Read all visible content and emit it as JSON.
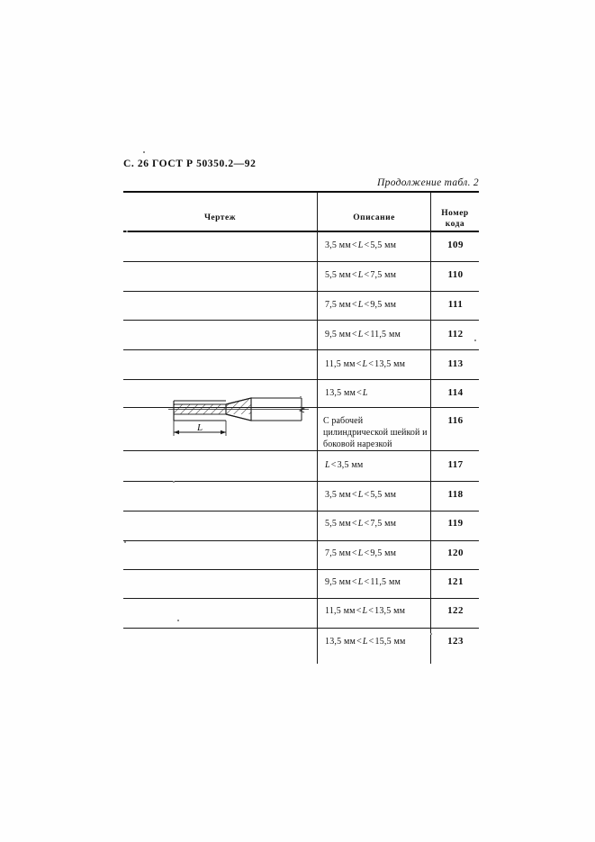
{
  "page": {
    "running_head": "С. 26  ГОСТ Р 50350.2—92",
    "continuation_caption": "Продолжение табл. 2"
  },
  "table": {
    "headers": {
      "drawing": "Чертеж",
      "description": "Описание",
      "code_line1": "Номер",
      "code_line2": "кода"
    },
    "rows": [
      {
        "desc_pre": "3,5 мм",
        "desc_l": "L",
        "desc_mid": "<",
        "desc_post": "5,5 мм",
        "code": "109",
        "has_drawing": false
      },
      {
        "desc_pre": "5,5 мм",
        "desc_l": "L",
        "desc_mid": "<",
        "desc_post": "7,5 мм",
        "code": "110",
        "has_drawing": false
      },
      {
        "desc_pre": "7,5 мм",
        "desc_l": "L",
        "desc_mid": "<",
        "desc_post": "9,5 мм",
        "code": "111",
        "has_drawing": false
      },
      {
        "desc_pre": "9,5 мм",
        "desc_l": "L",
        "desc_mid": "<",
        "desc_post": "11,5 мм",
        "code": "112",
        "has_drawing": false
      },
      {
        "desc_pre": "11,5 мм",
        "desc_l": "L",
        "desc_mid": "<",
        "desc_post": "13,5 мм",
        "code": "113",
        "has_drawing": false
      },
      {
        "desc_pre": "13,5 мм",
        "desc_l": "L",
        "desc_mid": "",
        "desc_post": "",
        "code": "114",
        "has_drawing": false
      },
      {
        "desc_text": "С рабочей цилиндриче-ской шейкой  и боковой нарезкой",
        "code": "116",
        "has_drawing": true
      },
      {
        "desc_pre": "",
        "desc_l": "L",
        "desc_mid": "<",
        "desc_post": "3,5 мм",
        "code": "117",
        "has_drawing": false
      },
      {
        "desc_pre": "3,5 мм",
        "desc_l": "L",
        "desc_mid": "<",
        "desc_post": "5,5 мм",
        "code": "118",
        "has_drawing": false
      },
      {
        "desc_pre": "5,5 мм",
        "desc_l": "L",
        "desc_mid": "<",
        "desc_post": "7,5 мм",
        "code": "119",
        "has_drawing": false
      },
      {
        "desc_pre": "7,5 мм",
        "desc_l": "L",
        "desc_mid": "<",
        "desc_post": "9,5 мм",
        "code": "120",
        "has_drawing": false
      },
      {
        "desc_pre": "9,5 мм",
        "desc_l": "L",
        "desc_mid": "<",
        "desc_post": "11,5 мм",
        "code": "121",
        "has_drawing": false
      },
      {
        "desc_pre": "11,5 мм",
        "desc_l": "L",
        "desc_mid": "<",
        "desc_post": "13,5 мм",
        "code": "122",
        "has_drawing": false
      },
      {
        "desc_pre": "13,5 мм",
        "desc_l": "L",
        "desc_mid": "<",
        "desc_post": "15,5 мм",
        "code": "123",
        "has_drawing": false
      }
    ],
    "row_descriptions_full": [
      "3,5 мм<L<5,5 мм",
      "5,5 мм<L<7,5 мм",
      "7,5 мм<L<9,5 мм",
      "9,5 мм<L<11,5 мм",
      "11,5 мм<L<13,5 мм",
      "13,5 мм<L",
      "С рабочей цилиндрической шейкой и боковой нарезкой",
      "L<3,5 мм",
      "3,5 мм<L<5,5 мм",
      "5,5 мм<L<7,5 мм",
      "7,5 мм<L<9,5 мм",
      "9,5 мм<L<11,5 мм",
      "11,5 мм<L<13,5 мм",
      "13,5 мм<L<15,5 мм"
    ]
  },
  "drawing": {
    "dimension_label": "L",
    "caption": "hatched cylindrical shank with tapered neck and side-cut tip"
  },
  "colors": {
    "ink": "#111111",
    "rule": "#1a1a1a",
    "paper": "#fefefe"
  }
}
